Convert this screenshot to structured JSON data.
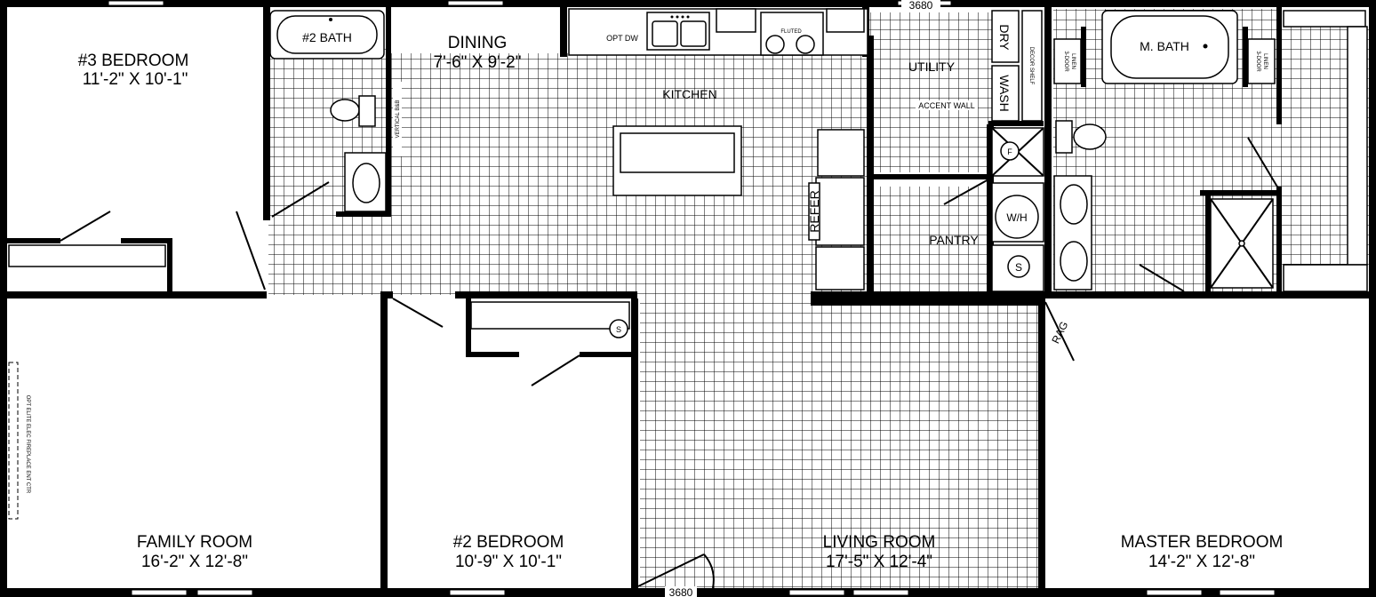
{
  "rooms": {
    "bedroom3": {
      "name": "#3 BEDROOM",
      "size": "11'-2\" X 10'-1\""
    },
    "bath2": {
      "name": "#2 BATH"
    },
    "dining": {
      "name": "DINING",
      "size": "7'-6\" X 9'-2\""
    },
    "kitchen": {
      "name": "KITCHEN"
    },
    "utility": {
      "name": "UTILITY"
    },
    "pantry": {
      "name": "PANTRY"
    },
    "master_bath": {
      "name": "M. BATH"
    },
    "family": {
      "name": "FAMILY ROOM",
      "size": "16'-2\" X 12'-8\""
    },
    "bedroom2": {
      "name": "#2 BEDROOM",
      "size": "10'-9\" X 10'-1\""
    },
    "living": {
      "name": "LIVING ROOM",
      "size": "17'-5\" X 12'-4\""
    },
    "master_bedroom": {
      "name": "MASTER BEDROOM",
      "size": "14'-2\" X 12'-8\""
    }
  },
  "annotations": {
    "door_top": "3680",
    "door_bottom": "3680",
    "opt_dw": "OPT DW",
    "fluted": "FLUTED",
    "dry": "DRY",
    "wash": "WASH",
    "decor_shelf": "DECOR SHELF",
    "accent_wall": "ACCENT WALL",
    "linen_left": [
      "3-DOOR",
      "LINEN"
    ],
    "linen_right": [
      "3-DOOR",
      "LINEN"
    ],
    "vertical_bb": "VERTICAL B&B",
    "refer": "REFER",
    "water_heater": "W/H",
    "furnace": "F",
    "shelf_s1": "S",
    "shelf_s2": "S",
    "rag": "RAG",
    "fireplace": "OPT ELITE ELEC FIREPLACE ENT CTR"
  },
  "colors": {
    "walls": "#000000",
    "background": "#ffffff",
    "floor_grid": "#000000"
  }
}
